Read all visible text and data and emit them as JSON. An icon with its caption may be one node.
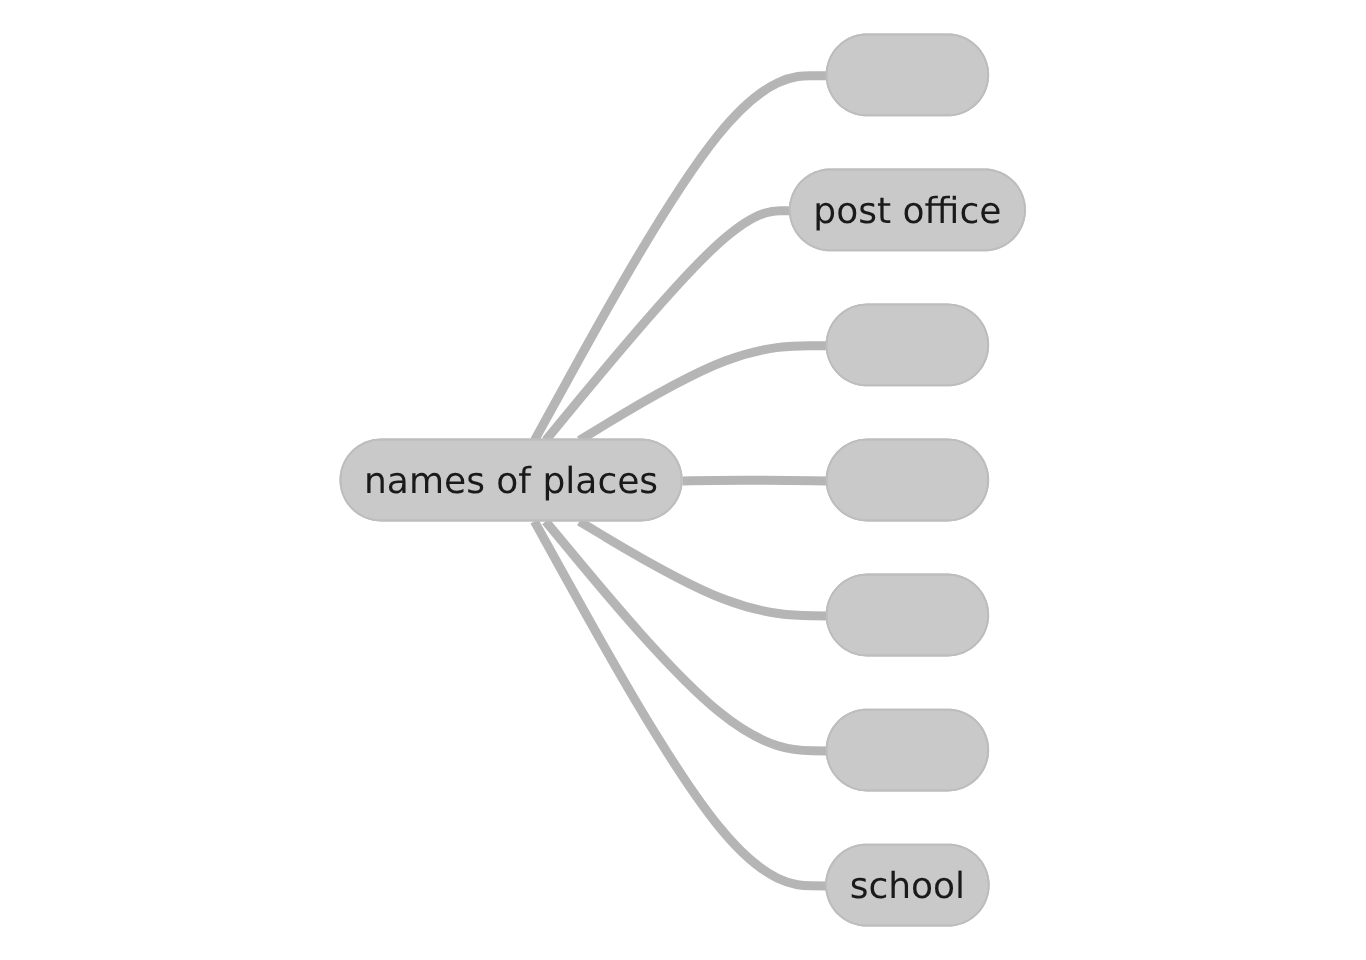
{
  "diagram": {
    "nodes": [
      {
        "text": [],
        "shape": "ellipse"
      },
      {
        "text": [
          "post office"
        ]
      },
      {
        "text": [],
        "shape": "ellipse"
      },
      {
        "text": [
          "names of places"
        ]
      },
      {
        "text": [],
        "shape": "ellipse"
      },
      {
        "text": [],
        "shape": "ellipse"
      },
      {
        "text": [],
        "shape": "ellipse"
      },
      {
        "text": [
          "school"
        ]
      }
    ],
    "edges": [
      {
        "from": 3,
        "to": 0,
        "arrow": "none"
      },
      {
        "from": 3,
        "to": 1,
        "arrow": "none"
      },
      {
        "from": 3,
        "to": 2,
        "arrow": "none"
      },
      {
        "from": 3,
        "to": 4,
        "arrow": "none"
      },
      {
        "from": 3,
        "to": 5,
        "arrow": "none"
      },
      {
        "from": 3,
        "to": 6,
        "arrow": "none"
      },
      {
        "from": 3,
        "to": 7,
        "arrow": "none"
      }
    ]
  }
}
